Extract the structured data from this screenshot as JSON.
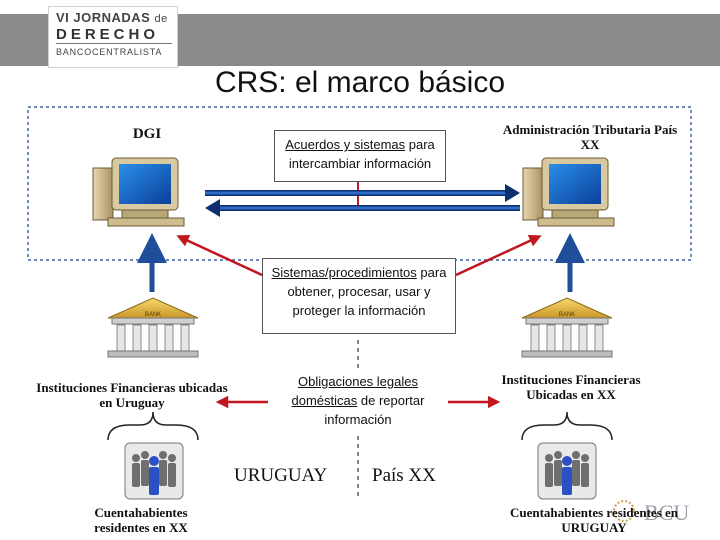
{
  "header": {
    "logo_line1_main": "VI JORNADAS",
    "logo_line1_small": "de",
    "logo_line2": "DERECHO",
    "logo_line3": "BANCOCENTRALISTA"
  },
  "title": "CRS: el marco básico",
  "left_authority": "DGI",
  "right_authority": "Administración Tributaria País XX",
  "box_top": {
    "underlined": "Acuerdos y sistemas",
    "rest": " para intercambiar información"
  },
  "box_middle": {
    "underlined": "Sistemas/procedimientos",
    "rest": " para obtener, procesar, usar y proteger la información"
  },
  "box_bottom": {
    "underlined": "Obligaciones legales domésticas",
    "rest": " de reportar información"
  },
  "left_institutions": "Instituciones Financieras ubicadas en Uruguay",
  "right_institutions": "Instituciones Financieras Ubicadas en XX",
  "bank_sign": "BANK",
  "country_left": "URUGUAY",
  "country_right": "País XX",
  "left_holders": "Cuentahabientes residentes en XX",
  "right_holders": "Cuentahabientes residentes en URUGUAY",
  "watermark": "BCU",
  "colors": {
    "arrow_blue": "#1f4e9a",
    "arrow_red": "#c0161e",
    "dashed": "#1a3f8a",
    "header_gray": "#8a8a8a"
  }
}
